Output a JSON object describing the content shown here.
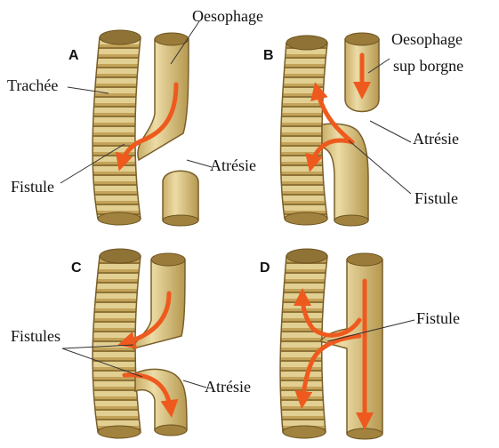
{
  "panels": [
    {
      "letter": "A",
      "labels": [
        "Oesophage",
        "Trachée",
        "Fistule",
        "Atrésie"
      ]
    },
    {
      "letter": "B",
      "labels": [
        "Oesophage",
        "sup borgne",
        "Atrésie",
        "Fistule"
      ]
    },
    {
      "letter": "C",
      "labels": [
        "Fistules",
        "Atrésie"
      ]
    },
    {
      "letter": "D",
      "labels": [
        "Fistule"
      ]
    }
  ],
  "colors": {
    "tissue": "#e2cf92",
    "tissue_dark": "#b99b55",
    "tissue_shadow": "#8f7336",
    "ring": "#c9a85e",
    "arrow": "#ee5a1e",
    "arrow_dark": "#d9440f",
    "line": "#333333"
  }
}
